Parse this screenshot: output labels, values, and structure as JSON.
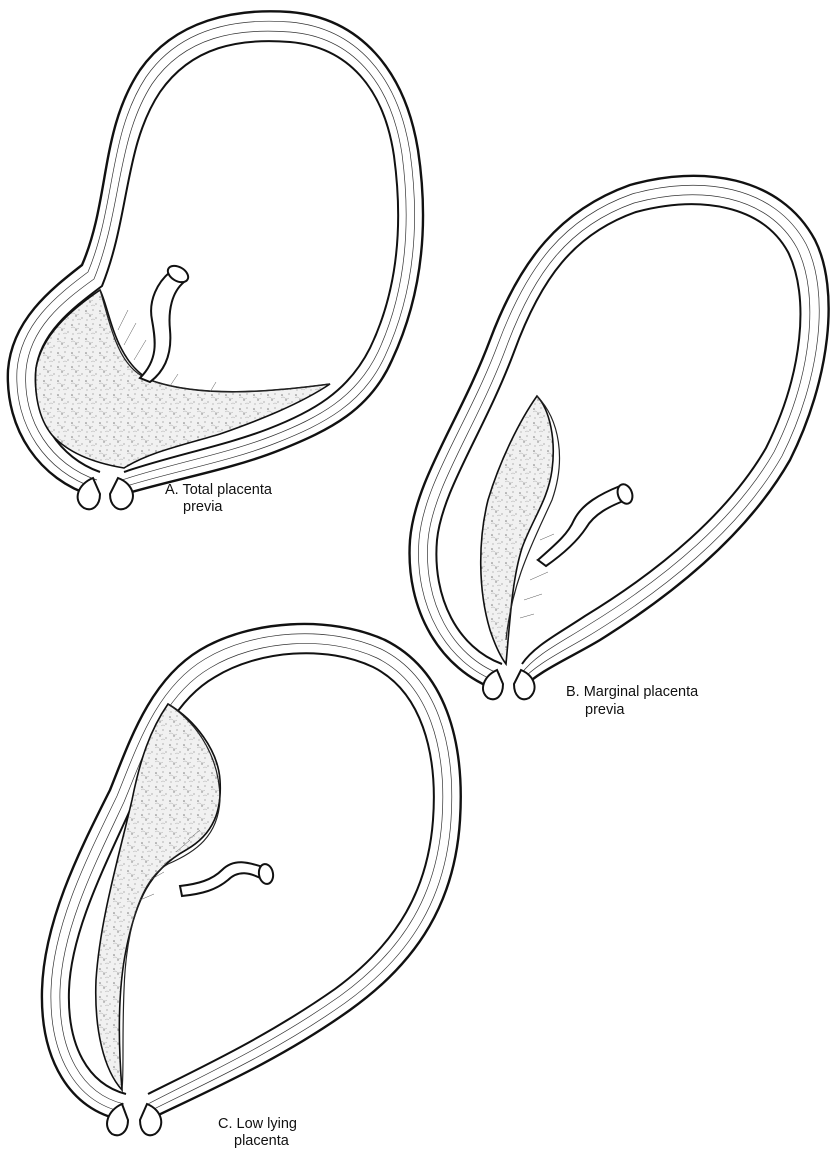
{
  "figure": {
    "panels": [
      {
        "id": "A",
        "label_line1": "A. Total placenta",
        "label_line2": "previa"
      },
      {
        "id": "B",
        "label_line1": "B. Marginal placenta",
        "label_line2": "previa"
      },
      {
        "id": "C",
        "label_line1": "C. Low lying",
        "label_line2": "placenta"
      }
    ]
  }
}
